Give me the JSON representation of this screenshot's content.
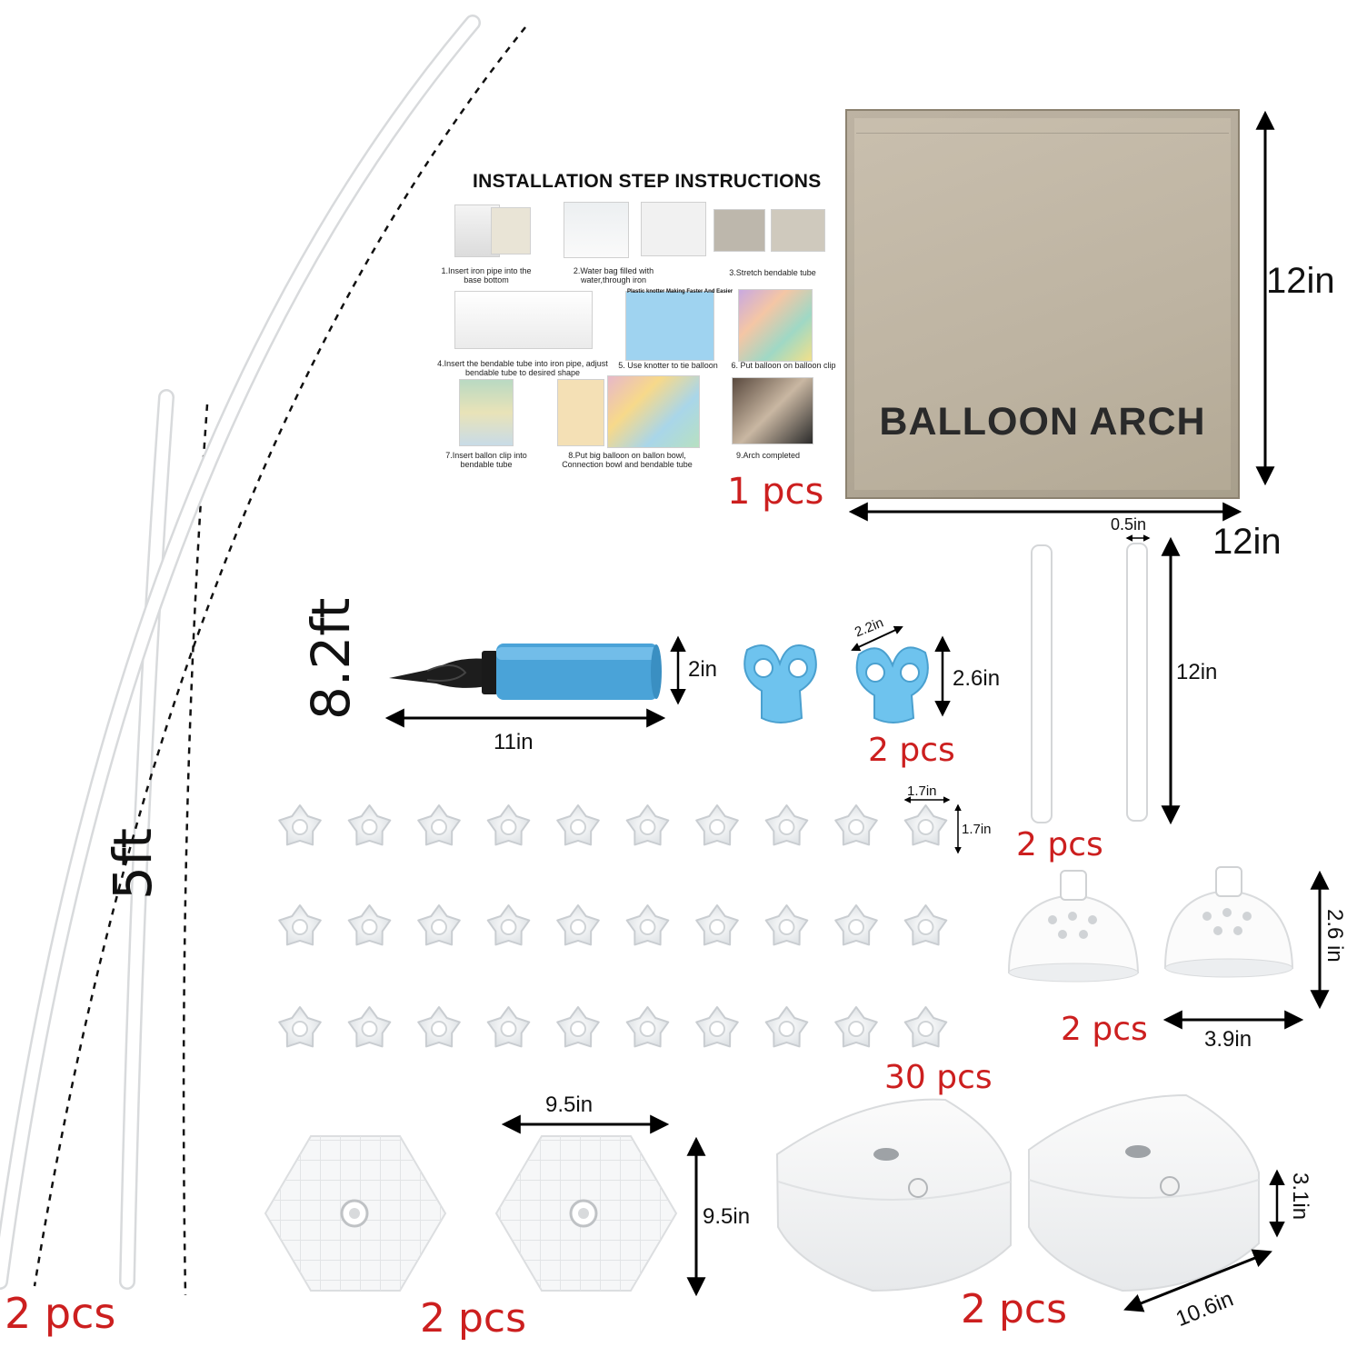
{
  "instructions": {
    "title": "INSTALLATION STEP INSTRUCTIONS",
    "steps": [
      "1.Insert iron pipe into the base bottom",
      "2.Water bag filled with water,through iron",
      "3.Stretch bendable tube",
      "4.Insert the bendable tube into iron pipe, adjust bendable tube to desired shape",
      "5. Use knotter to tie balloon",
      "6. Put balloon on balloon clip",
      "7.Insert ballon clip into bendable tube",
      "8.Put big balloon on ballon bowl, Connection bowl and bendable tube",
      "9.Arch completed"
    ],
    "knotter_caption": "Plastic knotter Making Faster And Easier",
    "qty": "1 pcs"
  },
  "box": {
    "label": "BALLOON ARCH",
    "height": "12in",
    "width": "12in"
  },
  "tubes": {
    "short_length": "5ft",
    "long_length": "8.2ft",
    "qty": "2 pcs"
  },
  "pump": {
    "diameter": "2in",
    "length": "11in"
  },
  "knotter": {
    "width": "2.2in",
    "height": "2.6in",
    "qty": "2 pcs"
  },
  "rods": {
    "diameter": "0.5in",
    "length": "12in",
    "qty": "2 pcs"
  },
  "clips": {
    "width": "1.7in",
    "height": "1.7in",
    "qty": "30 pcs"
  },
  "bowls": {
    "height": "2.6 in",
    "width": "3.9in",
    "qty": "2 pcs"
  },
  "hex_bases": {
    "width": "9.5in",
    "height": "9.5in",
    "qty": "2 pcs"
  },
  "water_bags": {
    "height": "3.1in",
    "width": "10.6in",
    "qty": "2 pcs"
  },
  "colors": {
    "qty_red": "#cc1f1f",
    "pump_blue": "#4aa3d8",
    "knotter_blue": "#6ec3ee",
    "box_kraft": "#c2b8a6"
  }
}
